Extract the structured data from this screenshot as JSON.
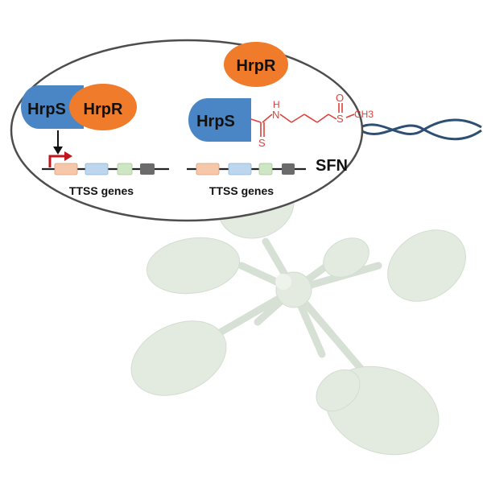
{
  "labels": {
    "left_hrps": "HrpS",
    "left_hrpr": "HrpR",
    "free_hrpr": "HrpR",
    "right_hrps": "HrpS",
    "left_genes": "TTSS genes",
    "right_genes": "TTSS genes",
    "sfn": "SFN"
  },
  "chemistry": {
    "atom_n": "N",
    "atom_h": "H",
    "atom_s_thione": "S",
    "atom_s_sulfoxide": "S",
    "atom_o": "O",
    "group_ch3": "CH3"
  },
  "colors": {
    "hrps_blue": "#4a86c5",
    "hrpr_orange": "#ef7b2b",
    "promoter_arrow": "#c0161d",
    "sfn_structure": "#e0403a",
    "gene_peach": "#f6c7a9",
    "gene_lightblue": "#bcd6ee",
    "gene_green": "#cfe6c4",
    "gene_gray": "#6b6b6b",
    "flagellum": "#2d4f74",
    "plant": "#e3ebe1"
  },
  "icons": {
    "promoter": "bent-arrow-icon",
    "activation": "down-arrow-icon",
    "plant": "arabidopsis-rosette-icon",
    "flagellum": "flagellum-icon"
  }
}
